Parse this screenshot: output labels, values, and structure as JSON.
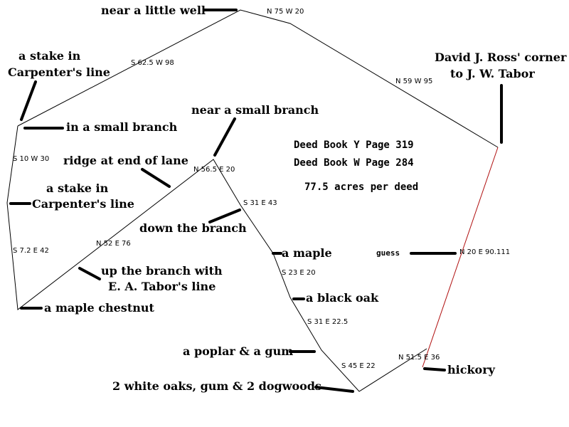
{
  "map": {
    "deed_info": {
      "line1": "Deed Book Y Page 319",
      "line2": "Deed Book W  Page 284",
      "line3": "77.5 acres per deed"
    },
    "guess_label": "guess",
    "corners": {
      "little_well": "near a little well",
      "stake1_l1": "a stake in",
      "stake1_l2": "Carpenter's line",
      "small_branch_left": "in a small branch",
      "ross_l1": "David J. Ross' corner",
      "ross_l2": "to  J. W. Tabor",
      "near_small_branch": "near a small branch",
      "ridge": "ridge at end of lane",
      "stake2_l1": "a stake in",
      "stake2_l2": "Carpenter's line",
      "down_branch": "down the branch",
      "maple": "a maple",
      "up_branch_l1": "up the branch with",
      "up_branch_l2": "E. A. Tabor's line",
      "black_oak": "a black oak",
      "maple_chestnut": "a maple chestnut",
      "poplar_gum": "a poplar & a gum",
      "white_oaks": "2 white oaks, gum & 2 dogwoods",
      "hickory": "hickory"
    },
    "bearings": {
      "n75w20": "N 75 W 20",
      "s625w98": "S 62.5 W 98",
      "n59w95": "N 59 W 95",
      "s10w30": "S 10 W 30",
      "n565e20": "N 56.5 E 20",
      "s31e43": "S 31 E 43",
      "s72e42": "S 7.2 E 42",
      "n52e76": "N 52 E 76",
      "s23e20": "S 23 E 20",
      "s31e225": "S 31 E 22.5",
      "s45e22": "S 45 E 22",
      "n515e36": "N 51.5 E 36",
      "n20e90111": "N 20 E 90.111"
    }
  }
}
